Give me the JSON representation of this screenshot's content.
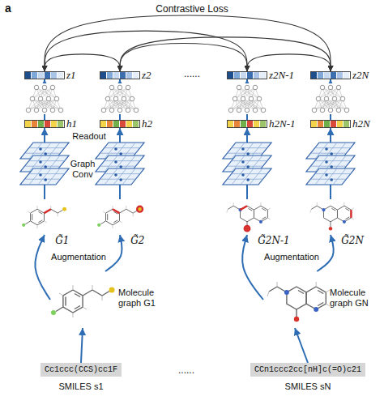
{
  "diagram": {
    "nodes": [
      {
        "text": [
          "z1"
        ]
      },
      {
        "text": [
          "z2"
        ]
      },
      {
        "text": [
          "z2N-1"
        ]
      },
      {
        "text": [
          "z2N"
        ]
      },
      {
        "text": [
          "h1"
        ]
      },
      {
        "text": [
          "h2"
        ]
      },
      {
        "text": [
          "h2N-1"
        ]
      },
      {
        "text": [
          "h2N"
        ]
      },
      {
        "text": [
          "G̃1"
        ]
      },
      {
        "text": [
          "G̃2"
        ]
      },
      {
        "text": [
          "G̃2N-1"
        ]
      },
      {
        "text": [
          "G̃2N"
        ]
      },
      {
        "text": [
          "Molecule graph G1"
        ]
      },
      {
        "text": [
          "Molecule graph GN"
        ]
      },
      {
        "text": [
          "Cc1ccc(CCS)cc1F",
          "SMILES s1"
        ]
      },
      {
        "text": [
          "CCn1ccc2cc[nH]c(=O)c21",
          "SMILES sN"
        ]
      }
    ],
    "edges": [
      {
        "from": 0,
        "to": 1,
        "arrow": "both"
      },
      {
        "from": 0,
        "to": 2,
        "arrow": "both"
      },
      {
        "from": 0,
        "to": 3,
        "arrow": "both"
      },
      {
        "from": 1,
        "to": 2,
        "arrow": "both"
      },
      {
        "from": 1,
        "to": 3,
        "arrow": "both"
      },
      {
        "from": 2,
        "to": 3,
        "arrow": "both"
      },
      {
        "from": 4,
        "to": 0,
        "arrow": "to"
      },
      {
        "from": 5,
        "to": 1,
        "arrow": "to"
      },
      {
        "from": 6,
        "to": 2,
        "arrow": "to"
      },
      {
        "from": 7,
        "to": 3,
        "arrow": "to"
      },
      {
        "from": 8,
        "to": 4,
        "arrow": "to"
      },
      {
        "from": 9,
        "to": 5,
        "arrow": "to"
      },
      {
        "from": 10,
        "to": 6,
        "arrow": "to"
      },
      {
        "from": 11,
        "to": 7,
        "arrow": "to"
      },
      {
        "from": 12,
        "to": 8,
        "arrow": "to"
      },
      {
        "from": 12,
        "to": 9,
        "arrow": "to"
      },
      {
        "from": 13,
        "to": 10,
        "arrow": "to"
      },
      {
        "from": 13,
        "to": 11,
        "arrow": "to"
      },
      {
        "from": 14,
        "to": 12,
        "arrow": "to"
      },
      {
        "from": 15,
        "to": 13,
        "arrow": "to"
      }
    ],
    "labels": [
      "a",
      "Contrastive Loss",
      "......",
      "Readout",
      "Graph Conv",
      "Augmentation",
      "Augmentation",
      "......"
    ]
  }
}
